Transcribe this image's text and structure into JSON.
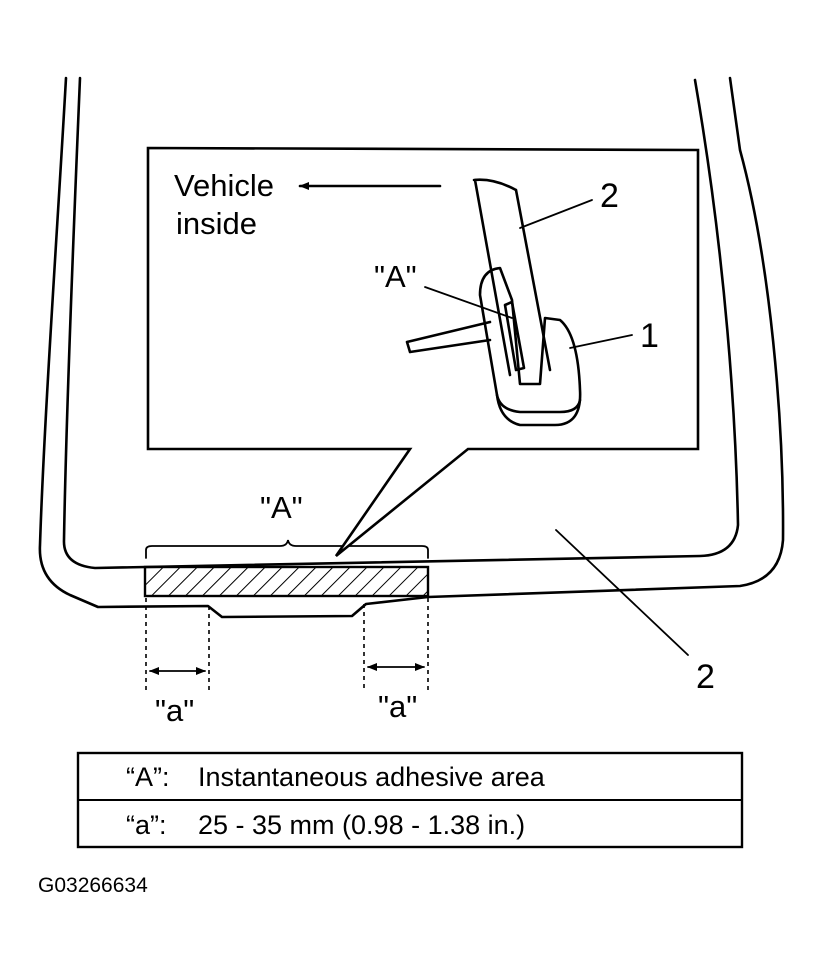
{
  "callouts": {
    "vehicle_inside_line1": "Vehicle",
    "vehicle_inside_line2": "inside",
    "part_1": "1",
    "part_2_detail": "2",
    "part_2_main": "2",
    "area_A_detail": "\"A\"",
    "area_A_main": "\"A\"",
    "dim_a_left": "\"a\"",
    "dim_a_right": "\"a\""
  },
  "legend": {
    "rows": [
      {
        "key": "“A”:",
        "value": "Instantaneous adhesive area"
      },
      {
        "key": "“a”:",
        "value": "25 - 35 mm (0.98 - 1.38 in.)"
      }
    ]
  },
  "figure_code": "G03266634"
}
